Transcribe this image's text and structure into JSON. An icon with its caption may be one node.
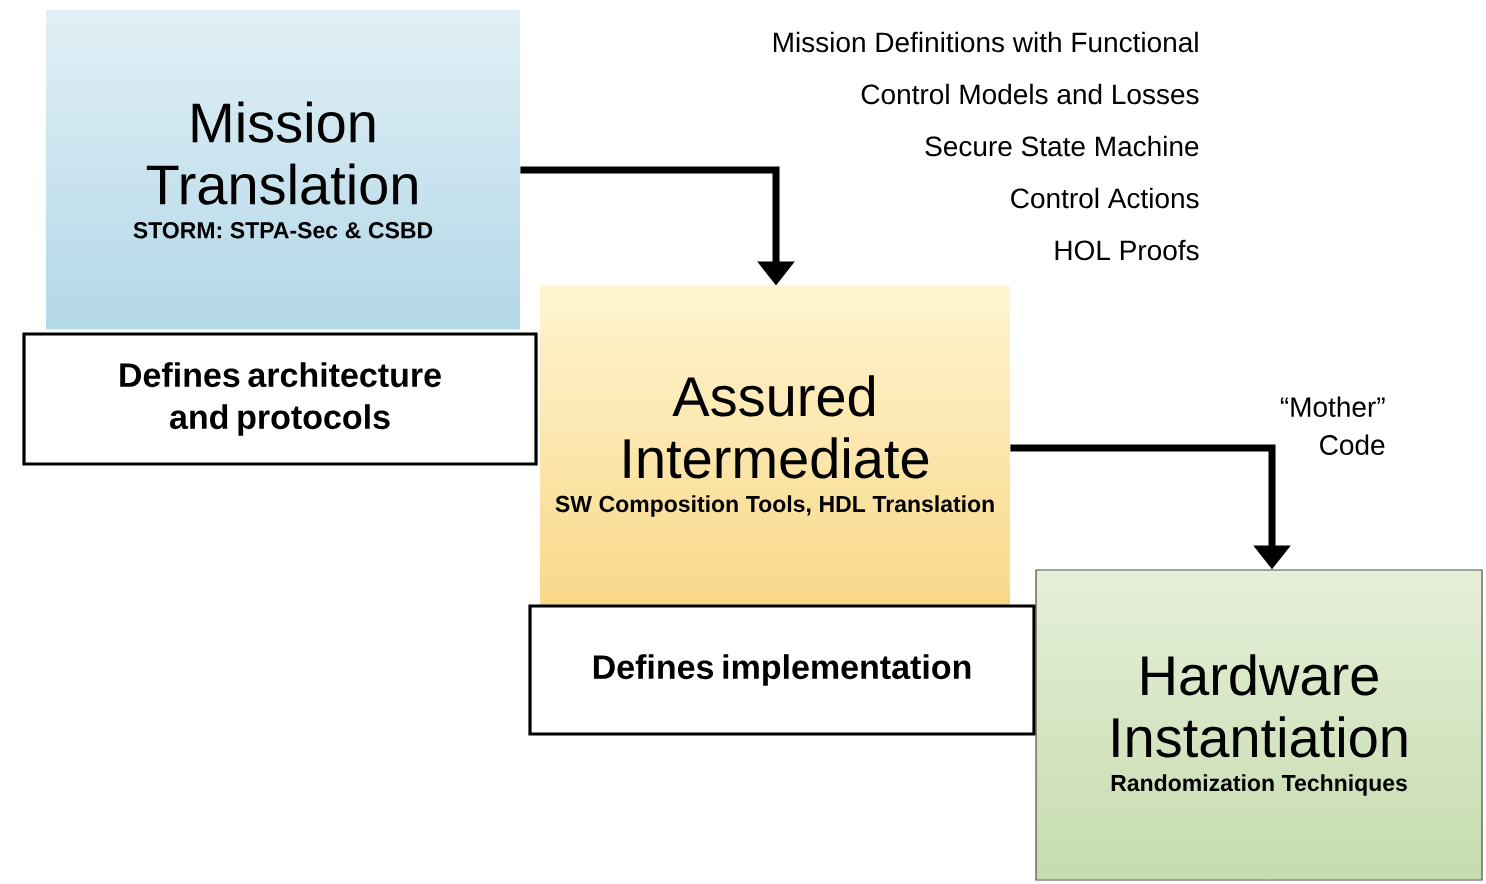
{
  "diagram": {
    "nodes": [
      {
        "text": [
          "Mission Translation",
          "STORM: STPA-Sec & CSBD"
        ]
      },
      {
        "text": [
          "Defines architecture and protocols"
        ]
      },
      {
        "text": [
          "Assured Intermediate",
          "SW Composition Tools, HDL Translation"
        ]
      },
      {
        "text": [
          "Defines implementation"
        ]
      },
      {
        "text": [
          "Hardware Instantiation",
          "Randomization Techniques"
        ]
      }
    ],
    "edges": [
      {
        "from": 0,
        "to": 2,
        "arrow": "to"
      },
      {
        "from": 2,
        "to": 4,
        "arrow": "to",
        "label": "“Mother” Code"
      }
    ],
    "labels": [
      "Mission Definitions with Functional",
      "Control Models and Losses",
      "Secure State Machine",
      "Control Actions",
      "HOL Proofs"
    ]
  }
}
